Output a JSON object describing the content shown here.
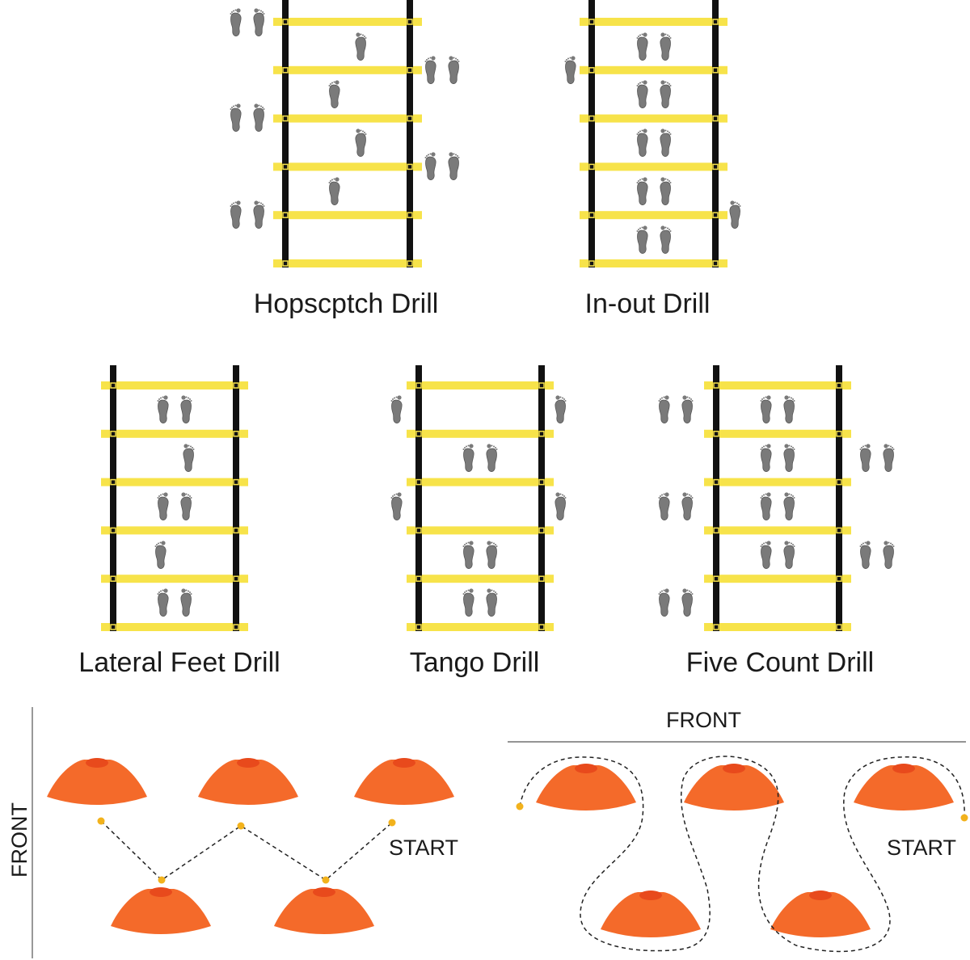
{
  "drills": [
    {
      "id": "hopscotch",
      "label": "Hopscptch Drill"
    },
    {
      "id": "in-out",
      "label": "In-out Drill"
    },
    {
      "id": "lateral-feet",
      "label": "Lateral Feet Drill"
    },
    {
      "id": "tango",
      "label": "Tango Drill"
    },
    {
      "id": "five-count",
      "label": "Five Count Drill"
    }
  ],
  "cone_drills": {
    "zigzag": {
      "front_label": "FRONT",
      "start_label": "START"
    },
    "weave": {
      "front_label": "FRONT",
      "start_label": "START"
    }
  },
  "colors": {
    "rung": "#f7e34a",
    "rail": "#111111",
    "foot": "#7a7a7a",
    "cone": "#f46a2a",
    "cone_top": "#e84a1c",
    "dot": "#f2b21c"
  }
}
